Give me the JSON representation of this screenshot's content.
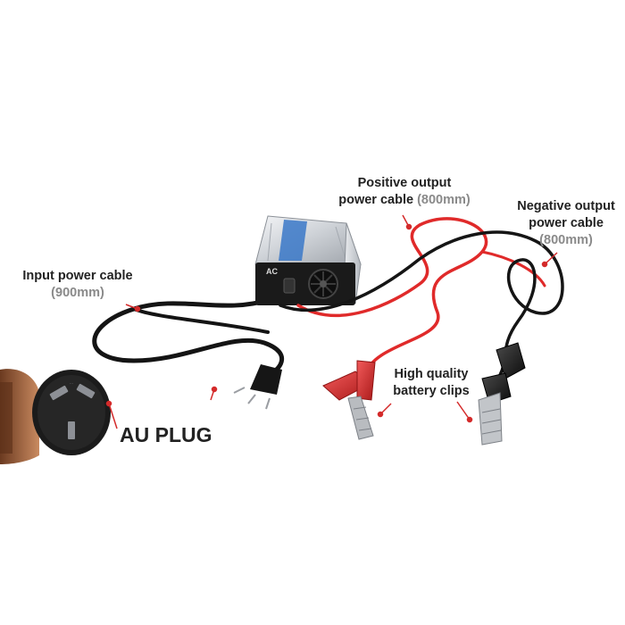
{
  "labels": {
    "positive_cable": {
      "line1": "Positive output",
      "line2_main": "power cable",
      "line2_paren": "(800mm)"
    },
    "negative_cable": {
      "line1": "Negative output",
      "line2": "power cable",
      "line3": "(800mm)"
    },
    "input_cable": {
      "line1": "Input power cable",
      "line2": "(900mm)"
    },
    "battery_clips": {
      "line1": "High quality",
      "line2": "battery clips"
    },
    "plug": {
      "text": "AU PLUG"
    }
  },
  "device": {
    "panel_text": "AC"
  },
  "colors": {
    "callout_dot": "#d42a2a",
    "red_cable": "#e02a2a",
    "black_cable": "#151515",
    "clip_red": "#d82626"
  },
  "icons": [
    "inverter-device",
    "cooling-fan-icon",
    "au-plug",
    "red-battery-clip",
    "black-battery-clip"
  ]
}
